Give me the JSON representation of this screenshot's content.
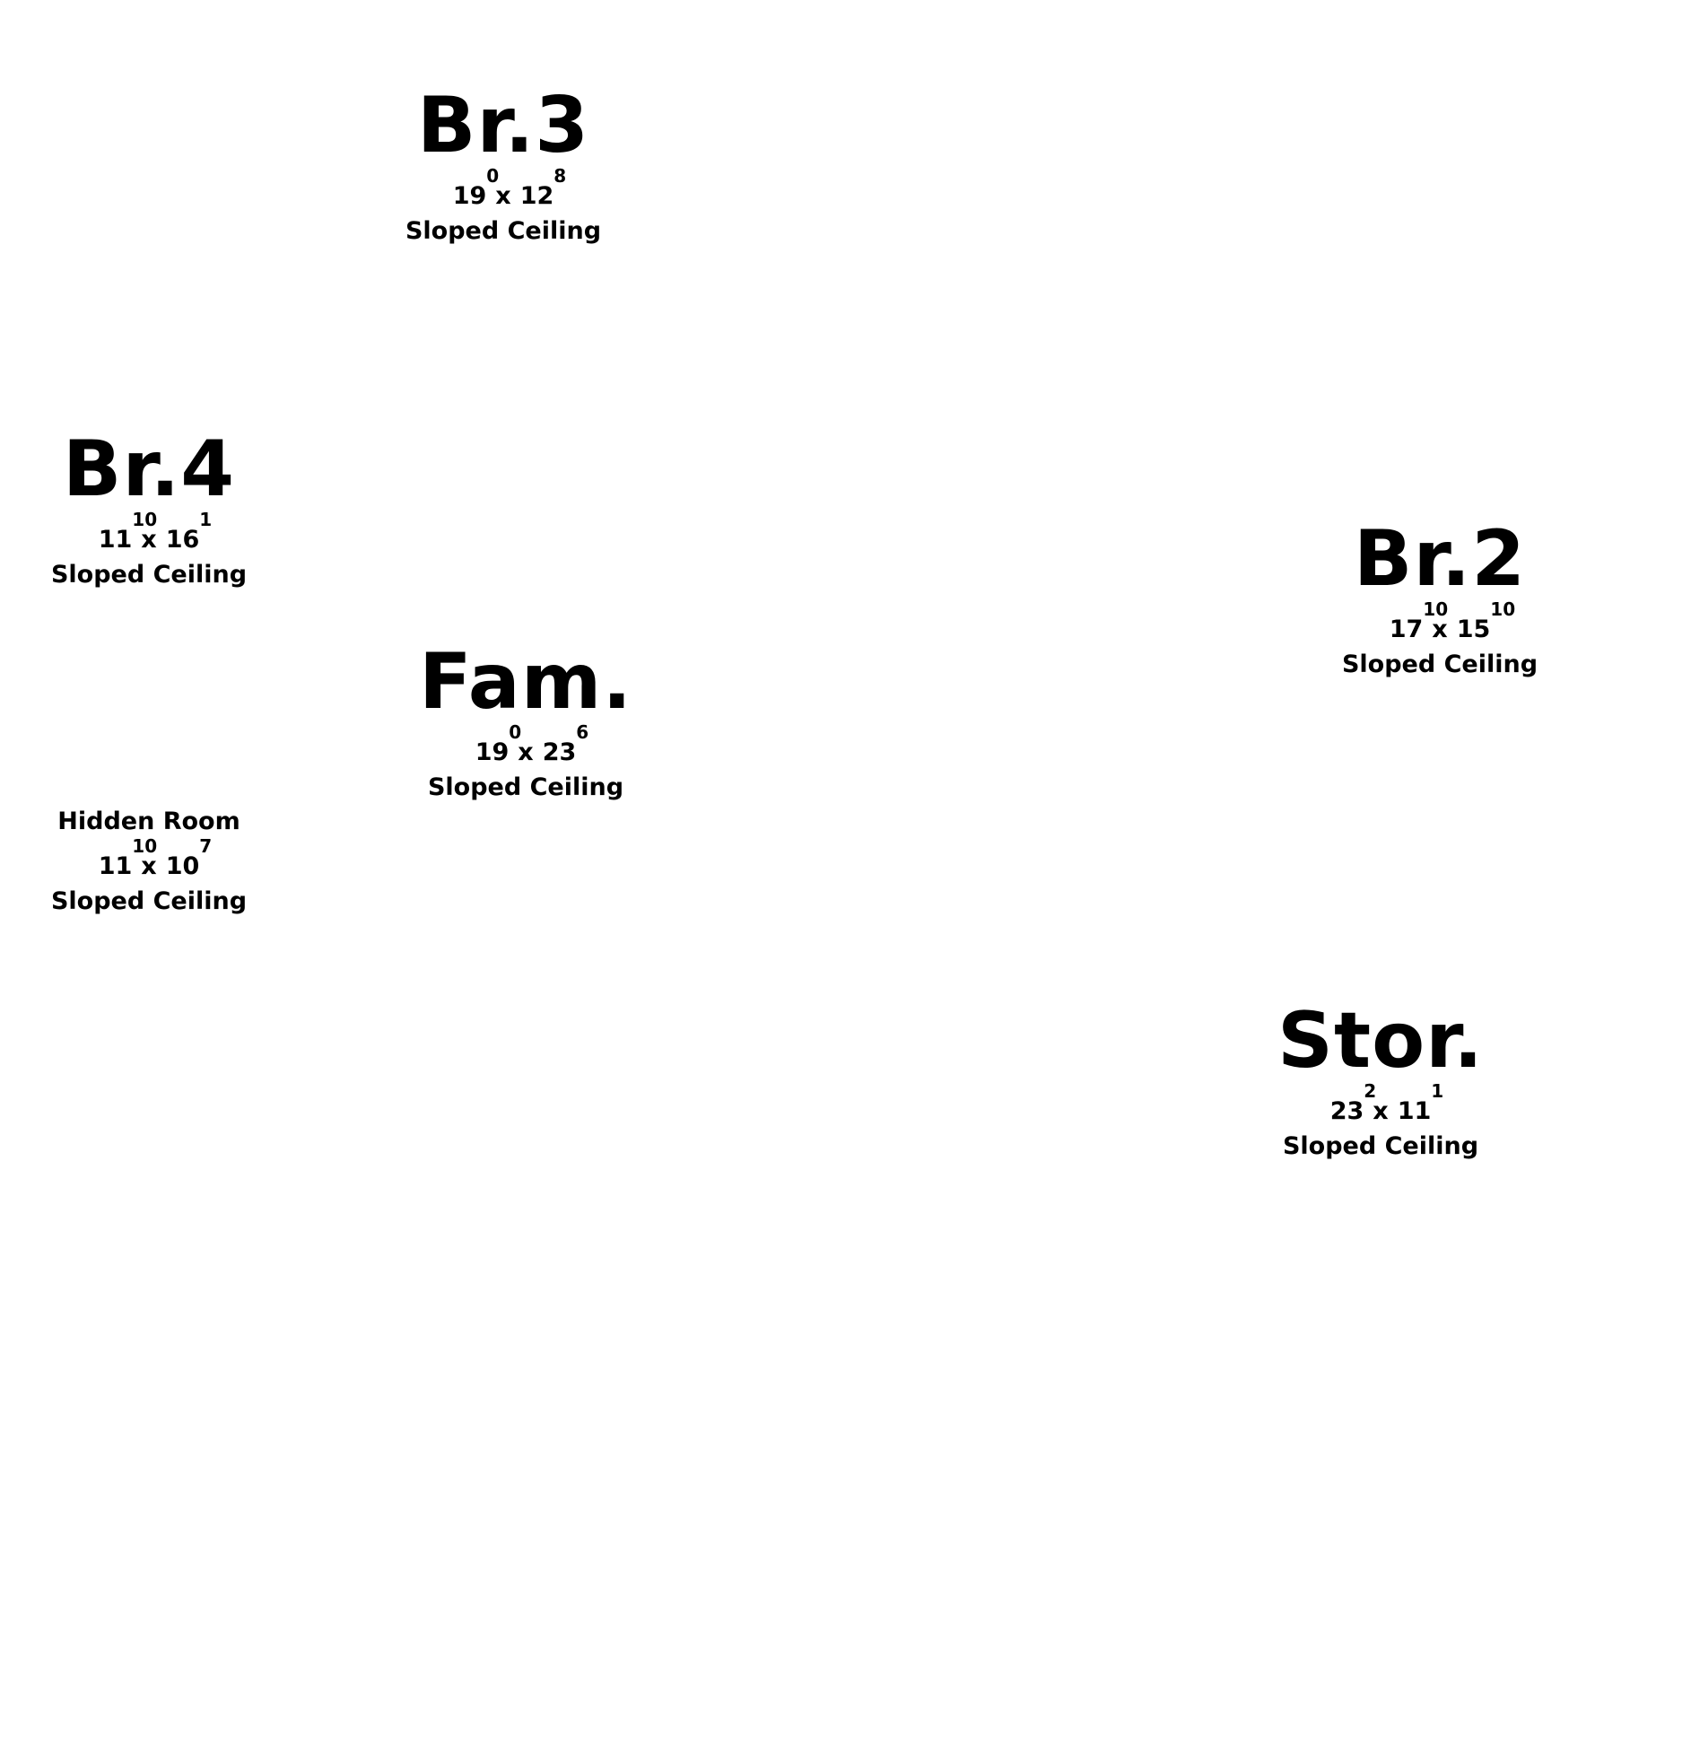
{
  "rooms": [
    {
      "id": "br3",
      "name": "Br.3",
      "dim_a": "19",
      "dim_a_sup": "0",
      "x": "x",
      "dim_b": "12",
      "dim_b_sup": "8",
      "note": "Sloped Ceiling"
    },
    {
      "id": "br4",
      "name": "Br.4",
      "dim_a": "11",
      "dim_a_sup": "10",
      "x": "x",
      "dim_b": "16",
      "dim_b_sup": "1",
      "note": "Sloped Ceiling"
    },
    {
      "id": "br2",
      "name": "Br.2",
      "dim_a": "17",
      "dim_a_sup": "10",
      "x": "x",
      "dim_b": "15",
      "dim_b_sup": "10",
      "note": "Sloped Ceiling"
    },
    {
      "id": "fam",
      "name": "Fam.",
      "dim_a": "19",
      "dim_a_sup": "0",
      "x": "x",
      "dim_b": "23",
      "dim_b_sup": "6",
      "note": "Sloped Ceiling"
    },
    {
      "id": "hidden",
      "name": "Hidden Room",
      "dim_a": "11",
      "dim_a_sup": "10",
      "x": "x",
      "dim_b": "10",
      "dim_b_sup": "7",
      "note": "Sloped Ceiling"
    },
    {
      "id": "stor",
      "name": "Stor.",
      "dim_a": "23",
      "dim_a_sup": "2",
      "x": "x",
      "dim_b": "11",
      "dim_b_sup": "1",
      "note": "Sloped Ceiling"
    }
  ]
}
